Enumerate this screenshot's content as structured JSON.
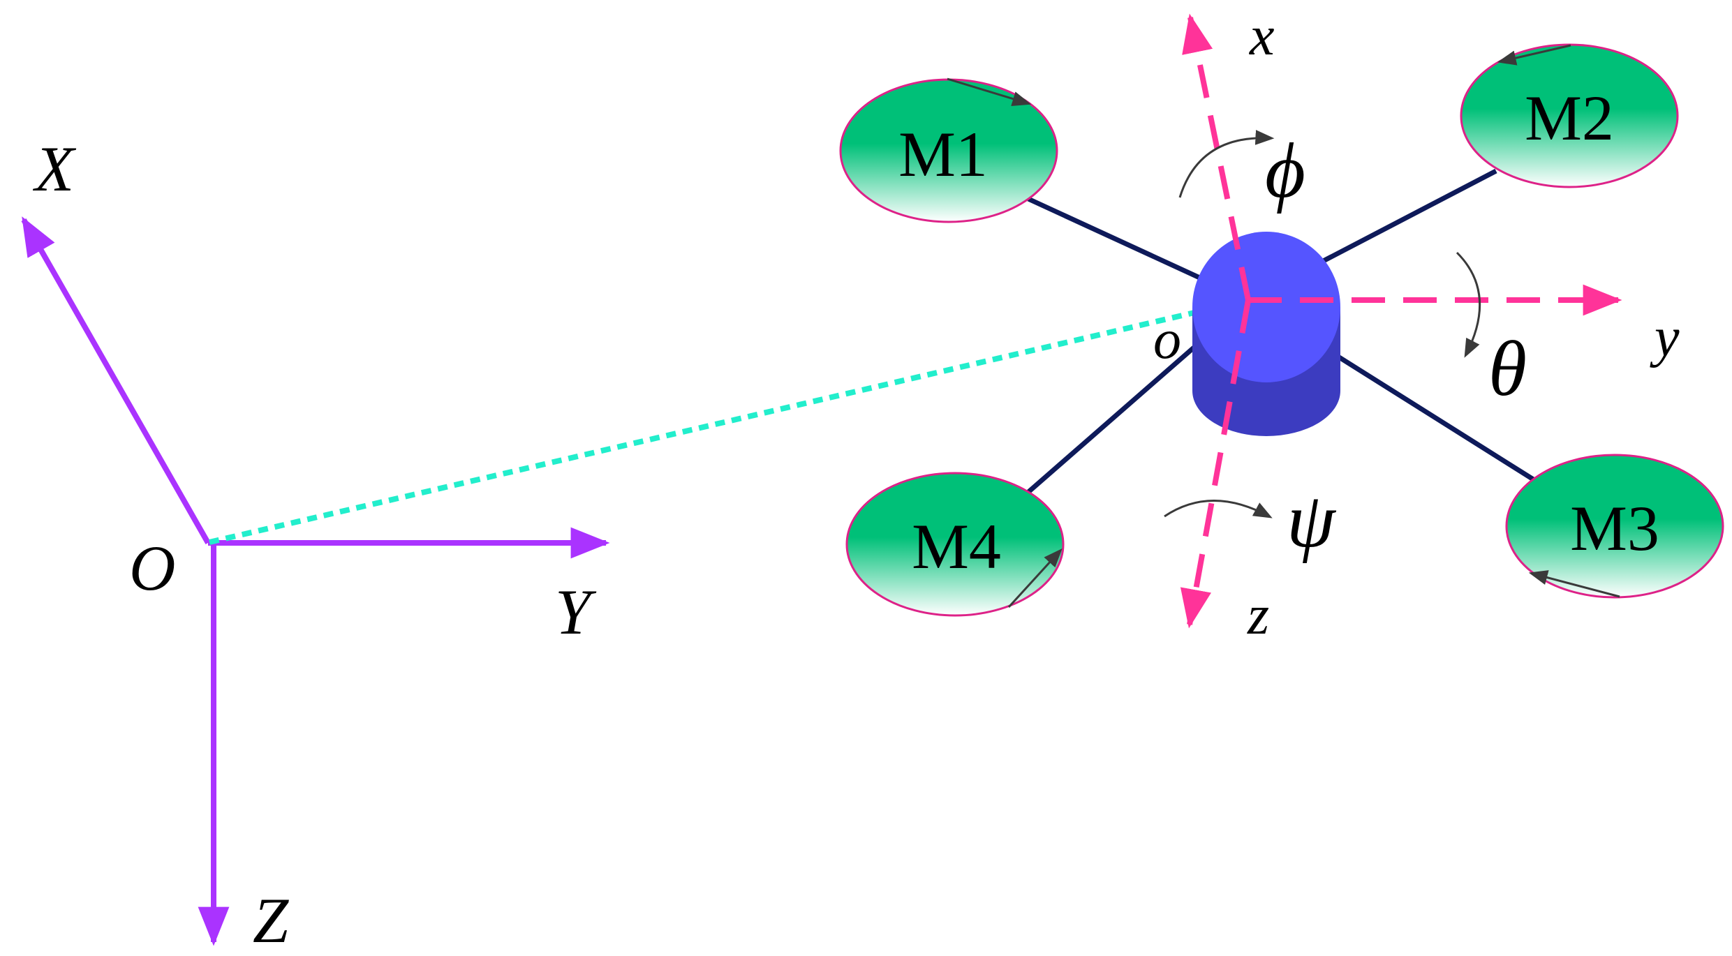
{
  "colors": {
    "earth_axes": "#aa33ff",
    "body_axes": "#ff3399",
    "position_vector": "#22eecc",
    "arms": "#0e1a5a",
    "body_top": "#5555ff",
    "body_side": "#3c3cc0",
    "motor_fill_top": "#00c078",
    "motor_fill_bottom": "#ffffff",
    "motor_edge": "#dd2288",
    "rotation_arrows": "#3a3a3a"
  },
  "earth_frame": {
    "origin_label": "O",
    "x_label": "X",
    "y_label": "Y",
    "z_label": "Z"
  },
  "body_frame": {
    "origin_label": "o",
    "x_label": "x",
    "y_label": "y",
    "z_label": "z"
  },
  "angles": {
    "roll": "ϕ",
    "pitch": "θ",
    "yaw": "ψ"
  },
  "motors": [
    {
      "label": "M1"
    },
    {
      "label": "M2"
    },
    {
      "label": "M3"
    },
    {
      "label": "M4"
    }
  ]
}
